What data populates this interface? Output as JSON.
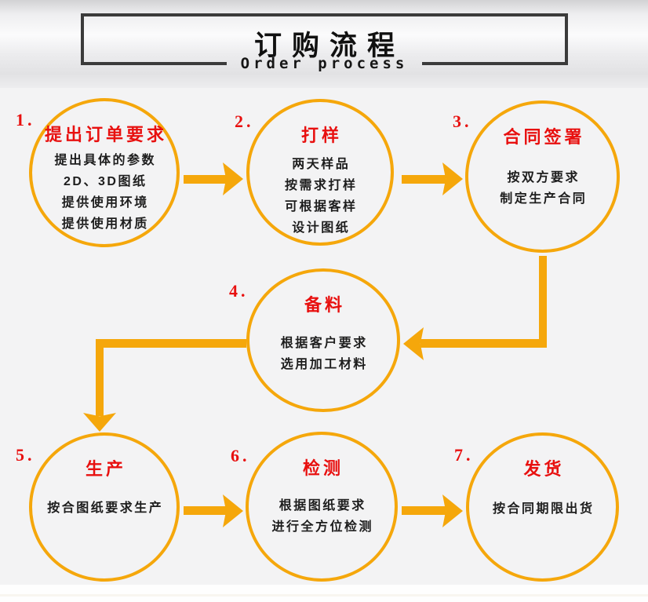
{
  "header": {
    "title": "订购流程",
    "subtitle": "Order process"
  },
  "colors": {
    "accent_orange": "#F5A70B",
    "accent_red": "#E8100F",
    "text_black": "#1D1D1D",
    "box_border_dark": "#3B3B3B",
    "background": "#F3F3F4"
  },
  "steps": [
    {
      "number": "1.",
      "title": "提出订单要求",
      "lines": [
        "提出具体的参数",
        "2D、3D图纸",
        "提供使用环境",
        "提供使用材质"
      ]
    },
    {
      "number": "2.",
      "title": "打样",
      "lines": [
        "两天样品",
        "按需求打样",
        "可根据客样",
        "设计图纸"
      ]
    },
    {
      "number": "3.",
      "title": "合同签署",
      "lines": [
        "按双方要求",
        "制定生产合同"
      ]
    },
    {
      "number": "4.",
      "title": "备料",
      "lines": [
        "根据客户要求",
        "选用加工材料"
      ]
    },
    {
      "number": "5.",
      "title": "生产",
      "lines": [
        "按合图纸要求生产"
      ]
    },
    {
      "number": "6.",
      "title": "检测",
      "lines": [
        "根据图纸要求",
        "进行全方位检测"
      ]
    },
    {
      "number": "7.",
      "title": "发货",
      "lines": [
        "按合同期限出货"
      ]
    }
  ],
  "flow": {
    "connections": [
      "step1→step2",
      "step2→step3",
      "step3→step4 (elbow down-left)",
      "step4→step5 (elbow left-down)",
      "step5→step6",
      "step6→step7"
    ]
  }
}
